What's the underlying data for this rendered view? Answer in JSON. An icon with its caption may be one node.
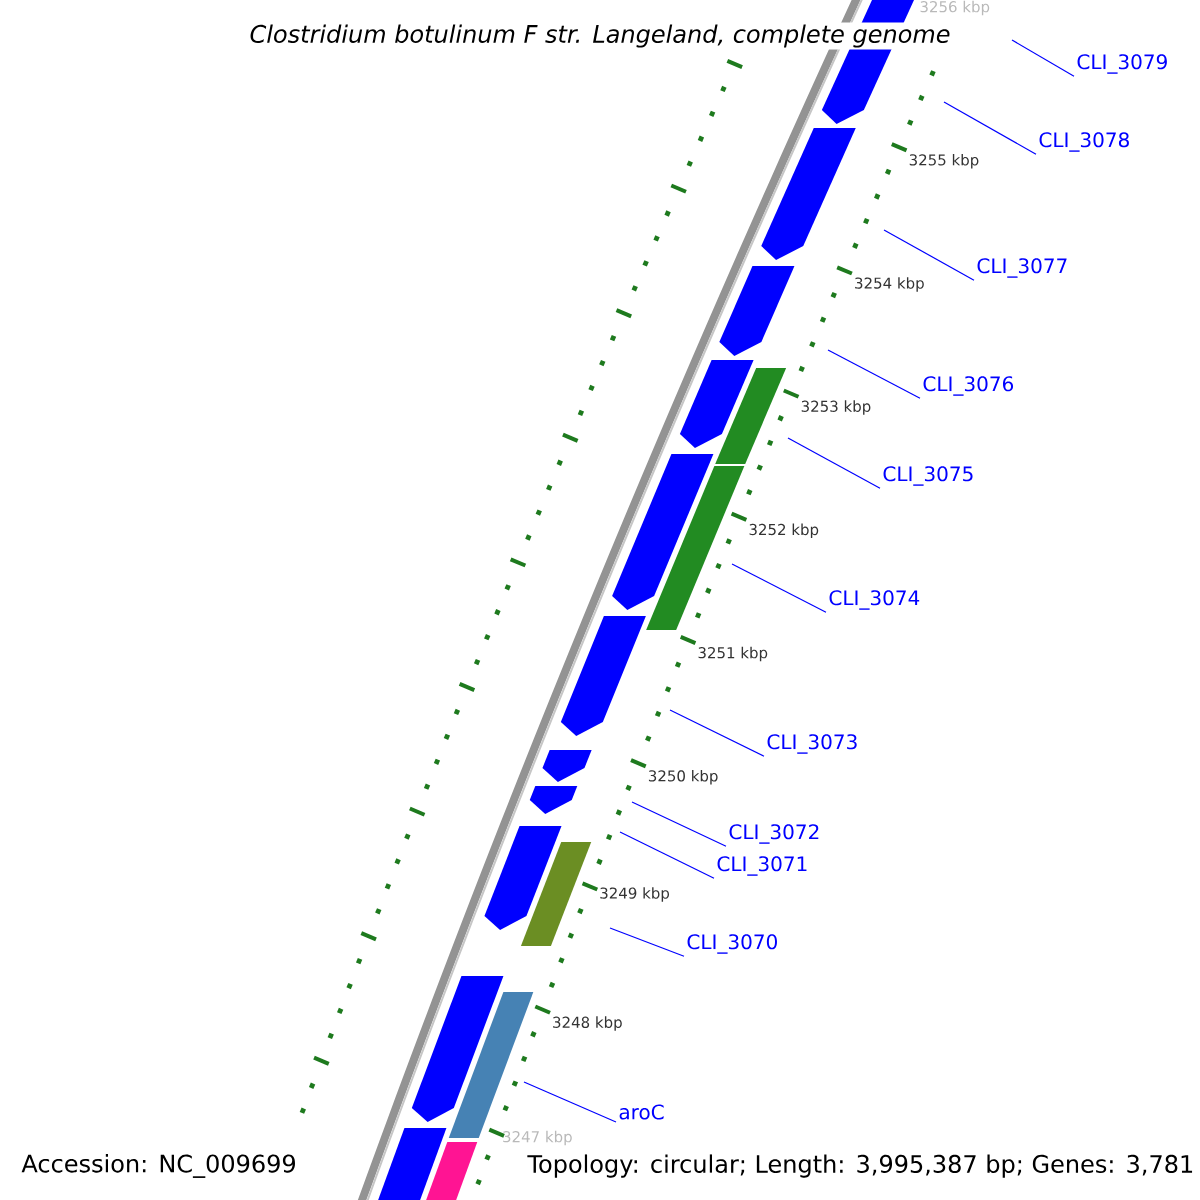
{
  "diagram": {
    "title": "Clostridium botulinum F str. Langeland, complete genome",
    "nodes": [
      {
        "text": [
          "CLI_3079"
        ]
      },
      {
        "text": [
          "CLI_3078"
        ]
      },
      {
        "text": [
          "CLI_3077"
        ]
      },
      {
        "text": [
          "CLI_3076"
        ]
      },
      {
        "text": [
          "CLI_3075"
        ]
      },
      {
        "text": [
          "CLI_3074"
        ]
      },
      {
        "text": [
          "CLI_3073"
        ]
      },
      {
        "text": [
          "CLI_3072"
        ]
      },
      {
        "text": [
          "CLI_3071"
        ]
      },
      {
        "text": [
          "CLI_3070"
        ]
      },
      {
        "text": [
          "aroC"
        ]
      }
    ],
    "edges": [
      {
        "from": 0,
        "to": null,
        "arrow": "none"
      },
      {
        "from": 1,
        "to": null,
        "arrow": "none"
      },
      {
        "from": 2,
        "to": null,
        "arrow": "none"
      },
      {
        "from": 3,
        "to": null,
        "arrow": "none"
      },
      {
        "from": 4,
        "to": null,
        "arrow": "none"
      },
      {
        "from": 5,
        "to": null,
        "arrow": "none"
      },
      {
        "from": 6,
        "to": null,
        "arrow": "none"
      },
      {
        "from": 7,
        "to": null,
        "arrow": "none"
      },
      {
        "from": 8,
        "to": null,
        "arrow": "none"
      },
      {
        "from": 9,
        "to": null,
        "arrow": "none"
      },
      {
        "from": 10,
        "to": null,
        "arrow": "none"
      }
    ],
    "labels": [
      "3256 kbp",
      "3255 kbp",
      "3254 kbp",
      "3253 kbp",
      "3252 kbp",
      "3251 kbp",
      "3250 kbp",
      "3249 kbp",
      "3248 kbp",
      "3247 kbp",
      "Accession: NC_009699",
      "Topology: circular; Length: 3,995,387 bp; Genes: 3,781"
    ]
  }
}
